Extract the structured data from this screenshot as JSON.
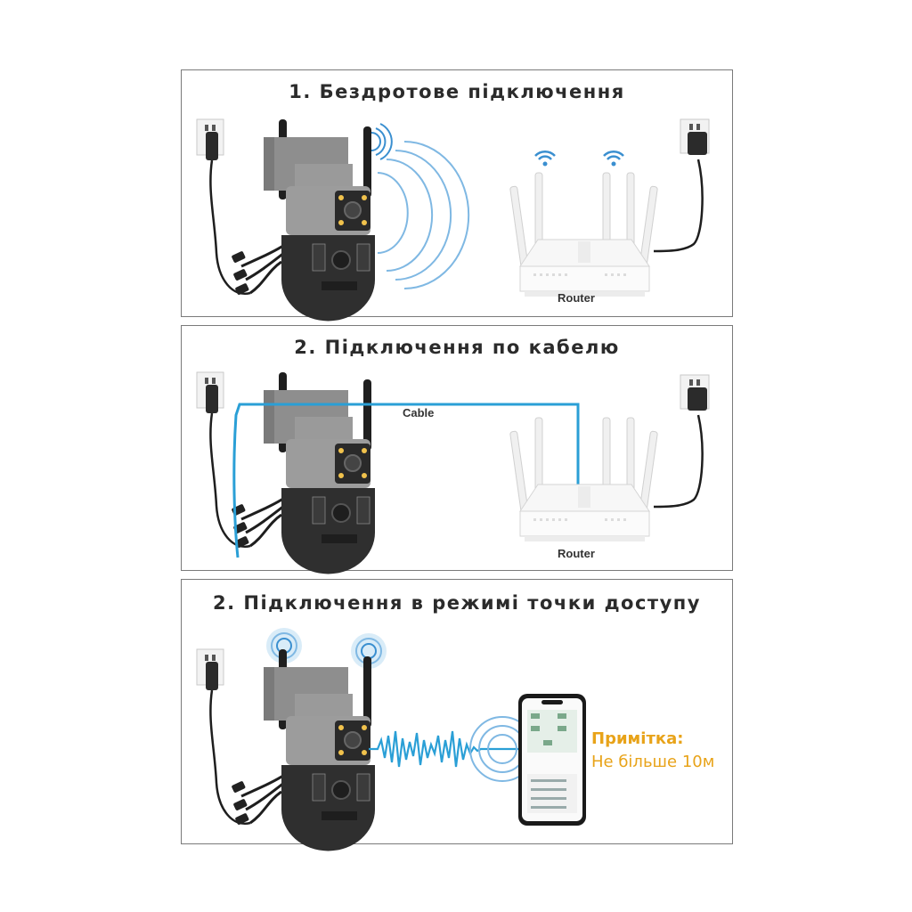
{
  "panels": [
    {
      "title": "1. Бездротове підключення",
      "router_label": "Router"
    },
    {
      "title": "2. Підключення по кабелю",
      "router_label": "Router",
      "cable_label": "Cable"
    },
    {
      "title": "2. Підключення в режимі точки доступу"
    }
  ],
  "note": {
    "title": "Примітка:",
    "text": "Не більше 10м"
  },
  "colors": {
    "wifi_blue": "#3a8fd0",
    "cable_blue": "#2a9fd6",
    "note_orange": "#e8a319",
    "frame": "#7a7a7a"
  },
  "icons": [
    "wall-outlet-icon",
    "camera-icon",
    "wifi-icon",
    "router-icon",
    "smartphone-icon",
    "signal-wave-icon"
  ]
}
